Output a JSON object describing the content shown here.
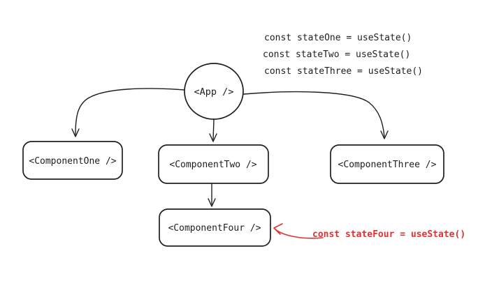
{
  "diagram": {
    "title_semantics": "react-component-tree-usestate-diagram",
    "colors": {
      "stroke": "#1e1e1e",
      "annotation_red": "#e03131",
      "background": "#ffffff"
    },
    "hook_calls": {
      "line1": "const stateOne = useState()",
      "line2": "const stateTwo = useState()",
      "line3": "const stateThree = useState()"
    },
    "nodes": {
      "app": {
        "label": "<App />",
        "shape": "ellipse"
      },
      "component_one": {
        "label": "<ComponentOne />",
        "shape": "rounded-rect"
      },
      "component_two": {
        "label": "<ComponentTwo />",
        "shape": "rounded-rect"
      },
      "component_three": {
        "label": "<ComponentThree />",
        "shape": "rounded-rect"
      },
      "component_four": {
        "label": "<ComponentFour />",
        "shape": "rounded-rect"
      }
    },
    "edges": [
      {
        "from": "app",
        "to": "component_one",
        "color": "#1e1e1e"
      },
      {
        "from": "app",
        "to": "component_two",
        "color": "#1e1e1e"
      },
      {
        "from": "app",
        "to": "component_three",
        "color": "#1e1e1e"
      },
      {
        "from": "component_two",
        "to": "component_four",
        "color": "#1e1e1e"
      }
    ],
    "annotation": {
      "label": "const stateFour = useState()",
      "points_to": "component_four",
      "color": "#e03131"
    }
  }
}
